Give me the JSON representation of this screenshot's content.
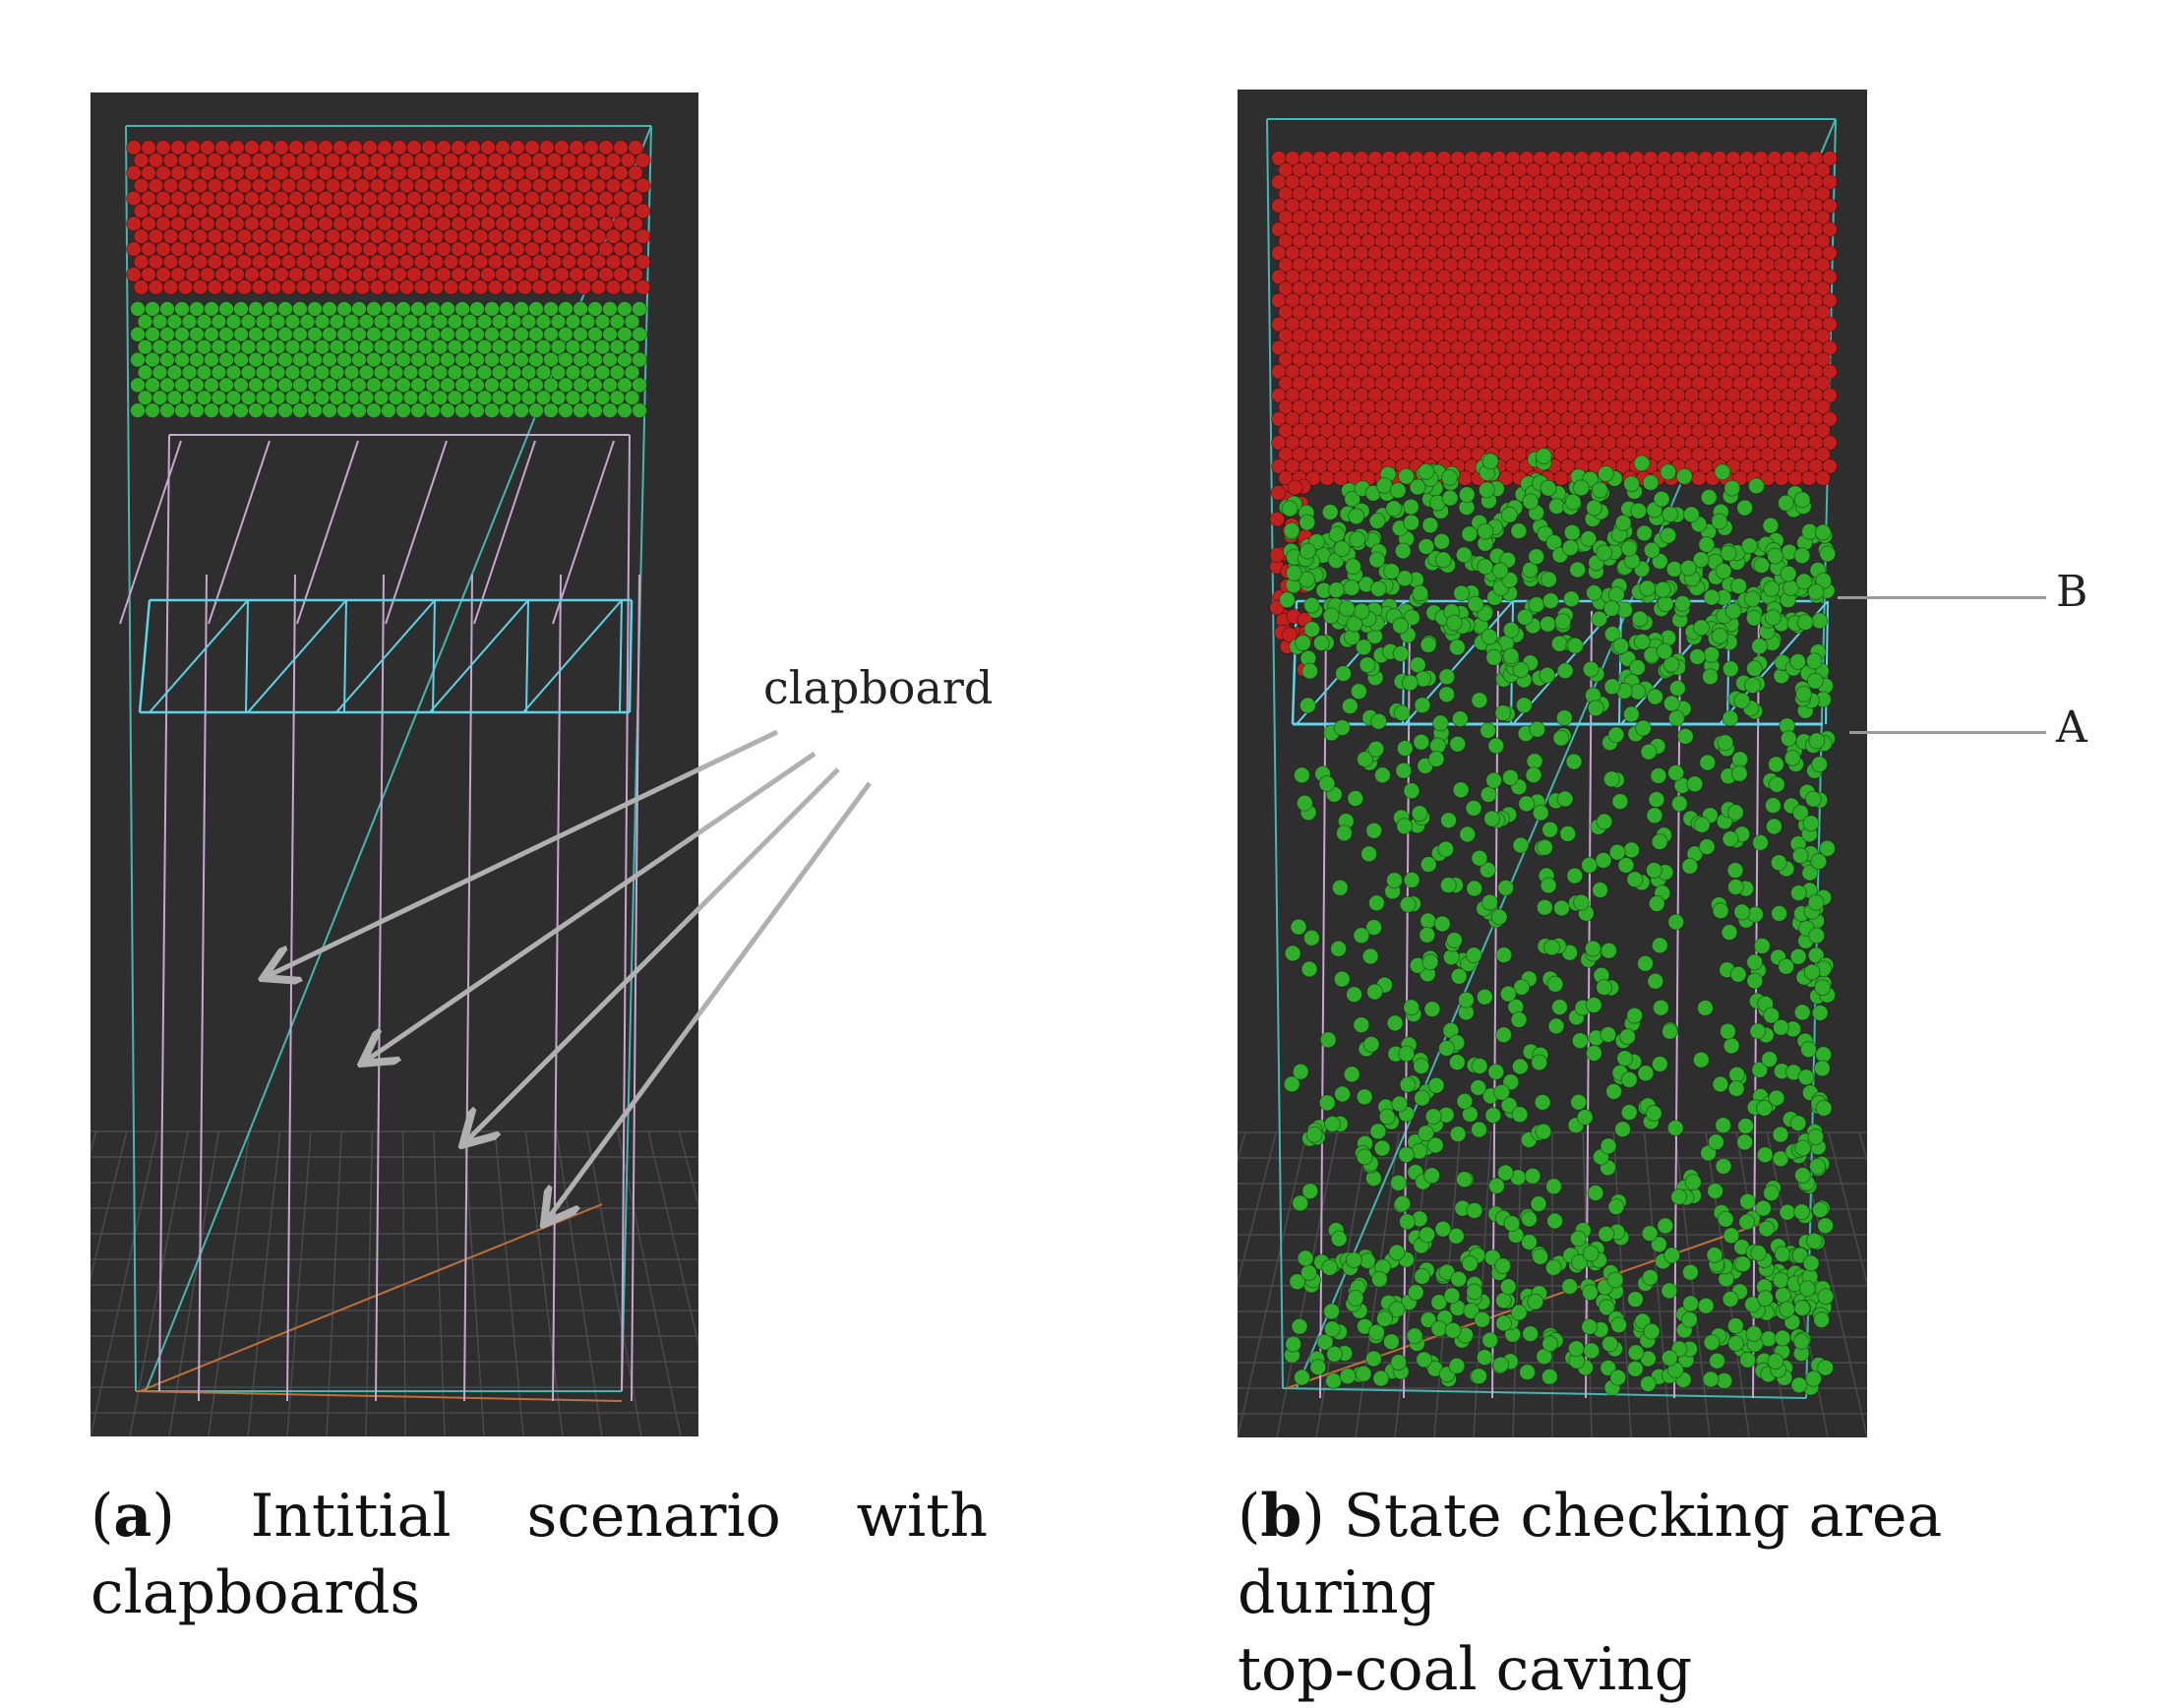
{
  "figure": {
    "panel_a": {
      "tag": "a",
      "caption_words": [
        "Intitial",
        "scenario",
        "with"
      ],
      "caption_line2": "clapboards",
      "annotation": "clapboard"
    },
    "panel_b": {
      "tag": "b",
      "caption_line1": "State checking area during",
      "caption_line2": "top-coal caving",
      "label_b": "B",
      "label_a": "A"
    }
  },
  "colors": {
    "viewport_bg": "#2e2e2e",
    "top_coal": "#c21f1f",
    "rock": "#2fae2a",
    "frame": "#46b6b0",
    "clapboard": "#c7a6cf",
    "check_area": "#5fd3e8",
    "arrow": "#b0b0b0"
  }
}
